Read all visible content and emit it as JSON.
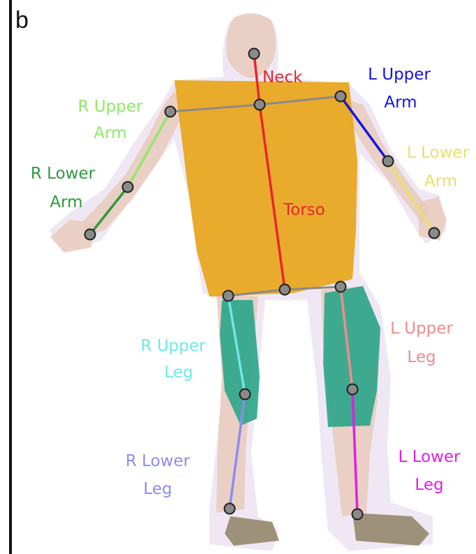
{
  "panel_letter": "b",
  "colors": {
    "neck": "#e8262c",
    "torso": "#e8262c",
    "r_upper_arm": "#8ee86a",
    "r_lower_arm": "#2e9a3c",
    "l_upper_arm": "#1414e0",
    "l_lower_arm": "#e8e070",
    "r_upper_leg": "#6ee8e8",
    "r_lower_leg": "#8c8cf0",
    "l_upper_leg": "#ee8c8c",
    "l_lower_leg": "#e020e0",
    "joint_fill": "#8a8a8a",
    "joint_stroke": "#1e1e1e",
    "shoulder_hip_line": "#8a8a8a",
    "body_fill": "#e8a51a",
    "pants_fill": "#2aa58a",
    "skin_fill": "#e8c8b8",
    "shoe_fill": "#8a7a5a"
  },
  "labels": {
    "neck": "Neck",
    "torso": "Torso",
    "r_upper_arm_1": "R Upper",
    "r_upper_arm_2": "Arm",
    "r_lower_arm_1": "R Lower",
    "r_lower_arm_2": "Arm",
    "l_upper_arm_1": "L Upper",
    "l_upper_arm_2": "Arm",
    "l_lower_arm_1": "L Lower",
    "l_lower_arm_2": "Arm",
    "r_upper_leg_1": "R Upper",
    "r_upper_leg_2": "Leg",
    "r_lower_leg_1": "R Lower",
    "r_lower_leg_2": "Leg",
    "l_upper_leg_1": "L Upper",
    "l_upper_leg_2": "Leg",
    "l_lower_leg_1": "L Lower",
    "l_lower_leg_2": "Leg"
  }
}
